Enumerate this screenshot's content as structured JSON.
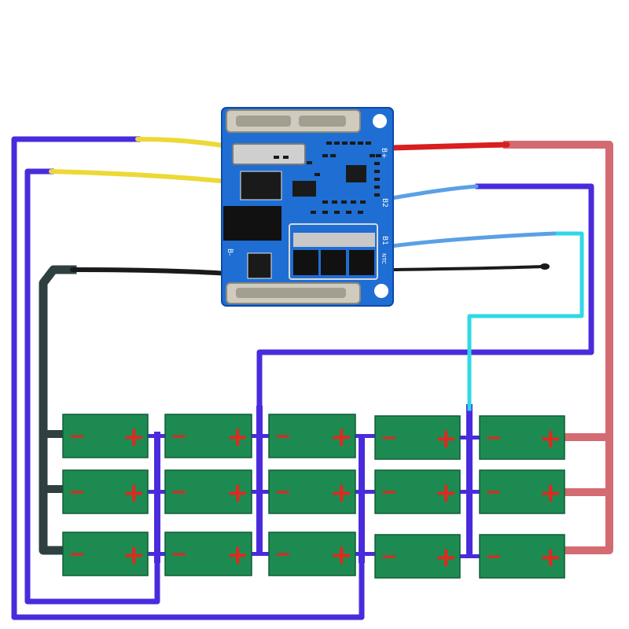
{
  "diagram": {
    "colors": {
      "background": "#ffffff",
      "pcb": "#1f6ed4",
      "pcb_edge": "#0d4aa8",
      "cell_fill": "#1d8a52",
      "cell_edge": "#0e5e34",
      "terminal_sign": "#e5261d",
      "wire_blue": "#4a2bdc",
      "wire_pink": "#d46a72",
      "wire_cyan": "#2fd8e6",
      "wire_dark": "#2f4040",
      "lead_yellow": "#ecd935",
      "lead_red": "#d81e1e",
      "lead_light_blue": "#5aa0e6",
      "lead_black": "#1a1a1a"
    },
    "board": {
      "labels": {
        "b_plus": "B+",
        "b_minus": "B-",
        "b1": "B1",
        "b2": "B2",
        "ntc": "NTC"
      }
    },
    "cells": {
      "rows": 3,
      "columns": 5,
      "negative_sign": "−",
      "positive_sign": "+"
    }
  }
}
